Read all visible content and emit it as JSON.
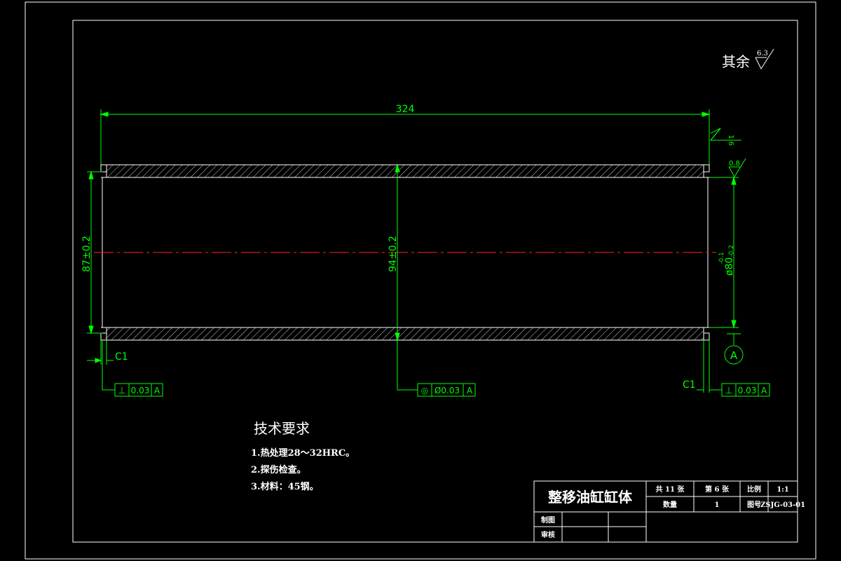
{
  "surface_finish": {
    "note_label": "其余",
    "general_value": "6.3",
    "outer_value": "1.6",
    "inner_value": "0.8"
  },
  "dimensions": {
    "overall_length": "324",
    "left_bore": "87±0.2",
    "center_outer": "94±0.2",
    "right_diameter_main": "ø80",
    "right_diameter_upper_tol": "-0.1",
    "right_diameter_lower_tol": "-0.2",
    "chamfer_left": "C1",
    "chamfer_right": "C1"
  },
  "tolerances": {
    "left": {
      "symbol": "⊥",
      "value": "0.03",
      "datum": "A"
    },
    "center": {
      "symbol": "◎",
      "value": "Ø0.03",
      "datum": "A"
    },
    "right": {
      "symbol": "⊥",
      "value": "0.03",
      "datum": "A"
    }
  },
  "datum_label": "A",
  "tech_requirements": {
    "title": "技术要求",
    "items": [
      "1.热处理28～32HRC。",
      "2.探伤检查。",
      "3.材料：45钢。"
    ]
  },
  "title_block": {
    "part_name": "整移油缸缸体",
    "sheet_total": "共 11 张",
    "sheet_number": "第 6 张",
    "scale_label": "比例",
    "scale_value": "1:1",
    "quantity_label": "数量",
    "quantity_value": "1",
    "drawing_no_label": "图号",
    "drawing_no_value": "ZSJG-03-01",
    "drawn_label": "制图",
    "checked_label": "审核"
  }
}
